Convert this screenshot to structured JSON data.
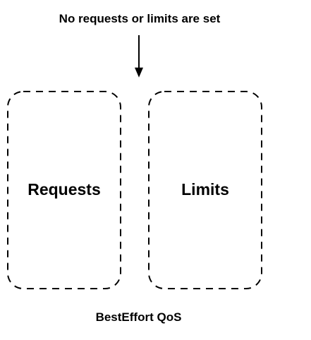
{
  "diagram": {
    "annotation": "No requests or limits are set",
    "boxes": [
      {
        "label": "Requests"
      },
      {
        "label": "Limits"
      }
    ],
    "caption": "BestEffort QoS"
  },
  "colors": {
    "stroke": "#000000",
    "text": "#000000",
    "background": "#ffffff"
  }
}
